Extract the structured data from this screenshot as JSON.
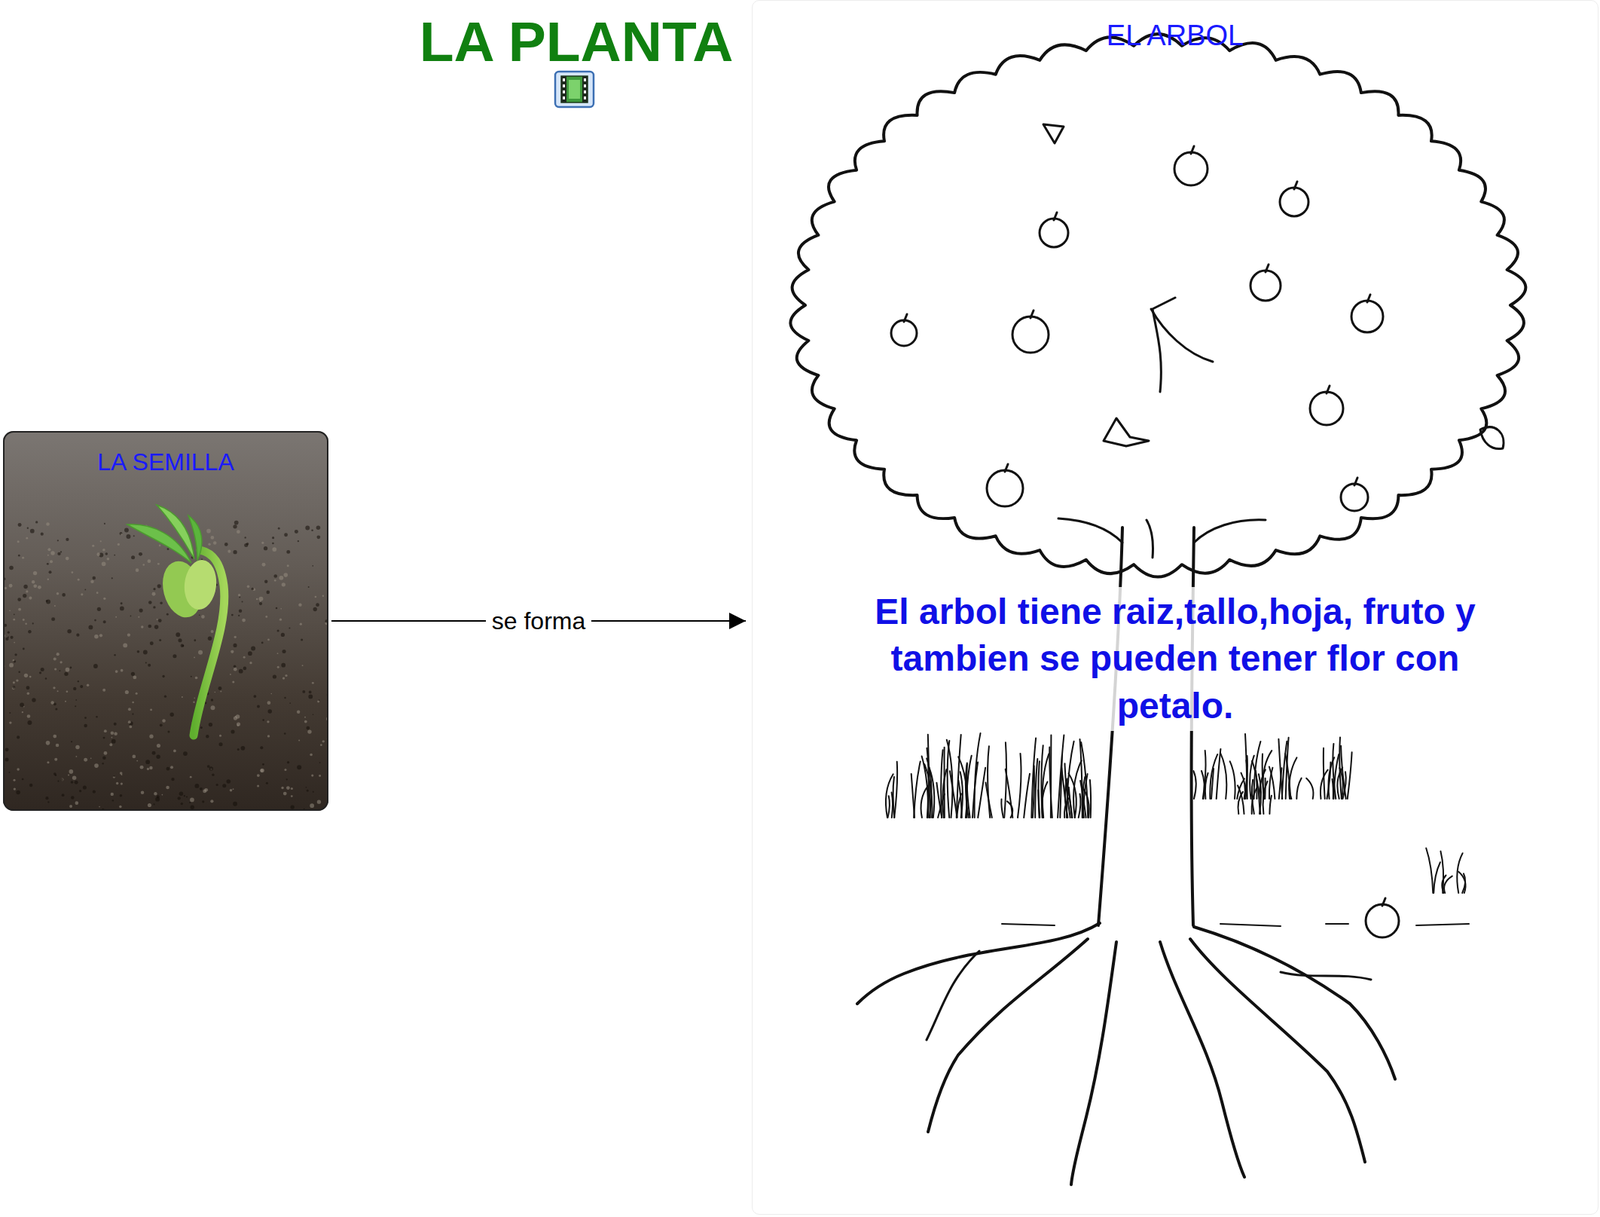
{
  "diagram": {
    "title": "LA PLANTA",
    "nodes": [
      {
        "text": [
          "LA SEMILLA"
        ]
      },
      {
        "text": [
          "EL ARBOL",
          "El arbol tiene raiz,tallo,hoja, fruto y tambien se pueden tener flor con petalo."
        ]
      }
    ],
    "edges": [
      {
        "from": 0,
        "to": 1,
        "label": "se forma",
        "arrow": "to"
      }
    ]
  }
}
